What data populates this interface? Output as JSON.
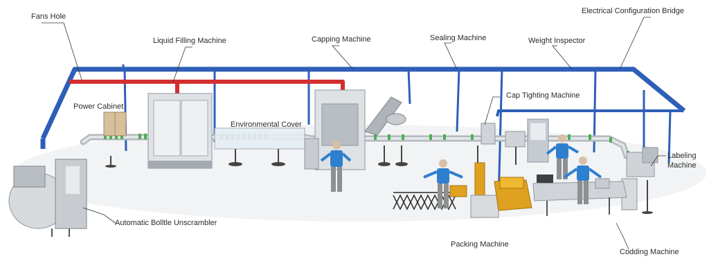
{
  "labels": {
    "fans_hole": "Fans Hole",
    "liquid_filling": "Liquid Filling Machine",
    "capping": "Capping Machine",
    "sealing": "Sealing Machine",
    "weight_inspector": "Weight Inspector",
    "electrical_bridge": "Electrical Configuration Bridge",
    "power_cabinet": "Power Cabinet",
    "cap_tighting": "Cap Tighting Machine",
    "environmental_cover": "Environmental Cover",
    "labeling": "Labeling Machine",
    "unscrambler": "Automatic Bolltle Unscrambler",
    "packing": "Packing Machine",
    "codding": "Codding Machine"
  },
  "colors": {
    "bridge": "#2e5fb8",
    "pipe": "#d32f2f",
    "machine": "#c8ccd0",
    "machine_dark": "#8e959c",
    "bottle": "#4caf50",
    "worker_shirt": "#2f7fcf",
    "box": "#e0a020"
  }
}
